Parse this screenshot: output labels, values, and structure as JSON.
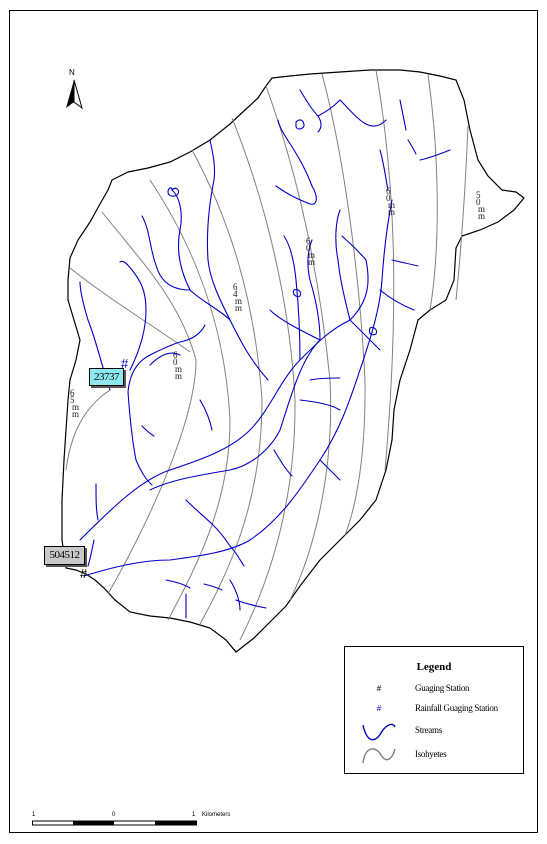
{
  "north_arrow": {
    "letter": "N"
  },
  "stations": {
    "rainfall_station_label": "23737",
    "gauging_station_label": "504512",
    "marker": "#"
  },
  "isohyet_labels": [
    {
      "text": "6\n0\nm\nm"
    },
    {
      "text": "6\n4\nm\nm"
    },
    {
      "text": "6\n0\nm\nm"
    },
    {
      "text": "6\n5\nm\nm"
    },
    {
      "text": "5\n0\nm\nm"
    },
    {
      "text": "6\nm\nm"
    }
  ],
  "legend": {
    "title": "Legend",
    "items": [
      {
        "label": "Guaging Station",
        "symbol": "#",
        "symbol_color": "#000000"
      },
      {
        "label": "Rainfall Guaging Station",
        "symbol": "#",
        "symbol_color": "#0000cc"
      },
      {
        "label": "Streams",
        "symbol": "streams-line-icon",
        "symbol_color": "#0000cc"
      },
      {
        "label": "Isohyetes",
        "symbol": "isohyet-line-icon",
        "symbol_color": "#808080"
      }
    ]
  },
  "scale_bar": {
    "left_label": "1",
    "mid_label": "0",
    "right_label": "1",
    "unit": "Kilometers"
  },
  "colors": {
    "stream": "#0000cc",
    "isohyet": "#808080",
    "boundary": "#000000",
    "rainfall_box": "#8ee8f0",
    "gauging_box": "#c8c8c8"
  }
}
